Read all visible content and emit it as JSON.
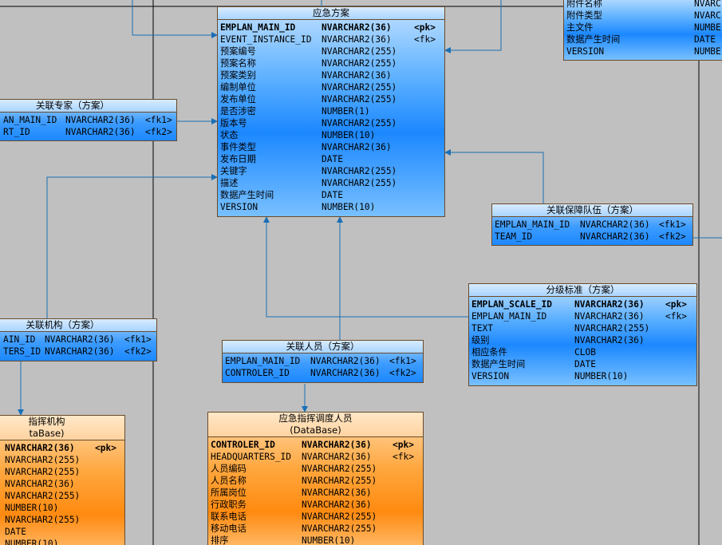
{
  "entities": [
    {
      "id": "plan",
      "title": "应急方案",
      "subtitle": "",
      "rows": [
        [
          "EMPLAN_MAIN_ID",
          "NVARCHAR2(36)",
          "<pk>"
        ],
        [
          "EVENT_INSTANCE_ID",
          "NVARCHAR2(36)",
          "<fk>"
        ],
        [
          "预案编号",
          "NVARCHAR2(255)",
          ""
        ],
        [
          "预案名称",
          "NVARCHAR2(255)",
          ""
        ],
        [
          "预案类别",
          "NVARCHAR2(36)",
          ""
        ],
        [
          "编制单位",
          "NVARCHAR2(255)",
          ""
        ],
        [
          "发布单位",
          "NVARCHAR2(255)",
          ""
        ],
        [
          "是否涉密",
          "NUMBER(1)",
          ""
        ],
        [
          "版本号",
          "NVARCHAR2(255)",
          ""
        ],
        [
          "状态",
          "NUMBER(10)",
          ""
        ],
        [
          "事件类型",
          "NVARCHAR2(36)",
          ""
        ],
        [
          "发布日期",
          "DATE",
          ""
        ],
        [
          "关键字",
          "NVARCHAR2(255)",
          ""
        ],
        [
          "描述",
          "NVARCHAR2(255)",
          ""
        ],
        [
          "数据产生时间",
          "DATE",
          ""
        ],
        [
          "VERSION",
          "NUMBER(10)",
          ""
        ]
      ]
    },
    {
      "id": "attach",
      "title": "",
      "subtitle": "",
      "rows": [
        [
          "附件名称",
          "NVARC",
          ""
        ],
        [
          "附件类型",
          "NVARC",
          ""
        ],
        [
          "主文件",
          "NUMBE",
          ""
        ],
        [
          "数据产生时间",
          "DATE",
          ""
        ],
        [
          "VERSION",
          "NUMBE",
          ""
        ]
      ]
    },
    {
      "id": "expert",
      "title": "关联专家（方案）",
      "subtitle": "",
      "rows": [
        [
          "AN_MAIN_ID",
          "NVARCHAR2(36)",
          "<fk1>"
        ],
        [
          "RT_ID",
          "NVARCHAR2(36)",
          "<fk2>"
        ]
      ]
    },
    {
      "id": "team",
      "title": "关联保障队伍（方案）",
      "subtitle": "",
      "rows": [
        [
          "EMPLAN_MAIN_ID",
          "NVARCHAR2(36)",
          "<fk1>"
        ],
        [
          "TEAM_ID",
          "NVARCHAR2(36)",
          "<fk2>"
        ]
      ]
    },
    {
      "id": "scale",
      "title": "分级标准（方案）",
      "subtitle": "",
      "rows": [
        [
          "EMPLAN_SCALE_ID",
          "NVARCHAR2(36)",
          "<pk>"
        ],
        [
          "EMPLAN_MAIN_ID",
          "NVARCHAR2(36)",
          "<fk>"
        ],
        [
          "TEXT",
          "NVARCHAR2(255)",
          ""
        ],
        [
          "级别",
          "NVARCHAR2(36)",
          ""
        ],
        [
          "相应条件",
          "CLOB",
          ""
        ],
        [
          "数据产生时间",
          "DATE",
          ""
        ],
        [
          "VERSION",
          "NUMBER(10)",
          ""
        ]
      ]
    },
    {
      "id": "org",
      "title": "关联机构（方案）",
      "subtitle": "",
      "rows": [
        [
          "AIN_ID",
          "NVARCHAR2(36)",
          "<fk1>"
        ],
        [
          "TERS_ID",
          "NVARCHAR2(36)",
          "<fk2>"
        ]
      ]
    },
    {
      "id": "person",
      "title": "关联人员（方案）",
      "subtitle": "",
      "rows": [
        [
          "EMPLAN_MAIN_ID",
          "NVARCHAR2(36)",
          "<fk1>"
        ],
        [
          "CONTROLER_ID",
          "NVARCHAR2(36)",
          "<fk2>"
        ]
      ]
    },
    {
      "id": "hq",
      "title": "指挥机构",
      "subtitle": "taBase)",
      "rows": [
        [
          "",
          "NVARCHAR2(36)",
          "<pk>"
        ],
        [
          "",
          "NVARCHAR2(255)",
          ""
        ],
        [
          "",
          "NVARCHAR2(255)",
          ""
        ],
        [
          "",
          "NVARCHAR2(36)",
          ""
        ],
        [
          "",
          "NVARCHAR2(255)",
          ""
        ],
        [
          "",
          "NUMBER(10)",
          ""
        ],
        [
          "",
          "NVARCHAR2(255)",
          ""
        ],
        [
          "",
          "DATE",
          ""
        ],
        [
          "",
          "NUMBER(10)",
          ""
        ]
      ]
    },
    {
      "id": "dispatcher",
      "title": "应急指挥调度人员",
      "subtitle": "(DataBase)",
      "rows": [
        [
          "CONTROLER_ID",
          "NVARCHAR2(36)",
          "<pk>"
        ],
        [
          "HEADQUARTERS_ID",
          "NVARCHAR2(36)",
          "<fk>"
        ],
        [
          "人员编码",
          "NVARCHAR2(255)",
          ""
        ],
        [
          "人员名称",
          "NVARCHAR2(255)",
          ""
        ],
        [
          "所属岗位",
          "NVARCHAR2(36)",
          ""
        ],
        [
          "行政职务",
          "NVARCHAR2(36)",
          ""
        ],
        [
          "联系电话",
          "NVARCHAR2(255)",
          ""
        ],
        [
          "移动电话",
          "NVARCHAR2(255)",
          ""
        ],
        [
          "排序",
          "NUMBER(10)",
          ""
        ]
      ]
    }
  ],
  "colors": {
    "line": "#1a6fb5",
    "border": "#6a4a2a",
    "background": "#c0c0c0"
  }
}
